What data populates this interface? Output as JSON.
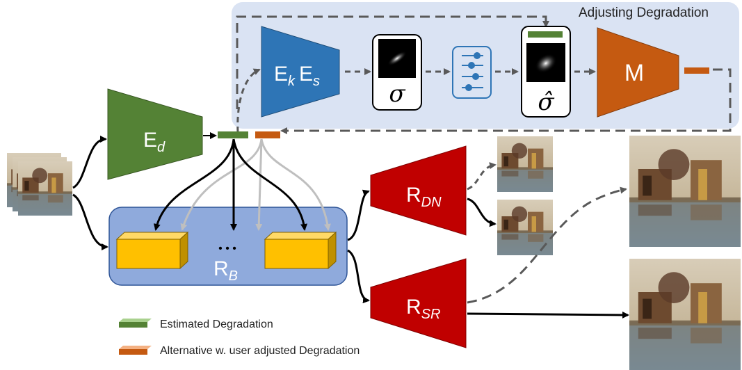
{
  "panel": {
    "title": "Adjusting Degradation"
  },
  "blocks": {
    "ed": {
      "main": "E",
      "sub": "d"
    },
    "ek": {
      "main": "E",
      "sub": "k"
    },
    "es": {
      "main": "E",
      "sub": "s"
    },
    "m": {
      "main": "M"
    },
    "rdn": {
      "main": "R",
      "sub": "DN"
    },
    "rsr": {
      "main": "R",
      "sub": "SR"
    },
    "rb": {
      "main": "R",
      "sub": "B"
    }
  },
  "symbols": {
    "sigma": "σ",
    "sigma_hat": "σ̂",
    "ellipsis": "• • •"
  },
  "legend": {
    "estimated": "Estimated Degradation",
    "alternative": "Alternative w. user adjusted Degradation"
  },
  "colors": {
    "green": "#548235",
    "orange": "#c55a11",
    "blue": "#2e75b6",
    "red": "#c00000",
    "panel_blue": "#dae3f3",
    "rb_blue": "#8faadc",
    "gold": "#ffc000"
  }
}
